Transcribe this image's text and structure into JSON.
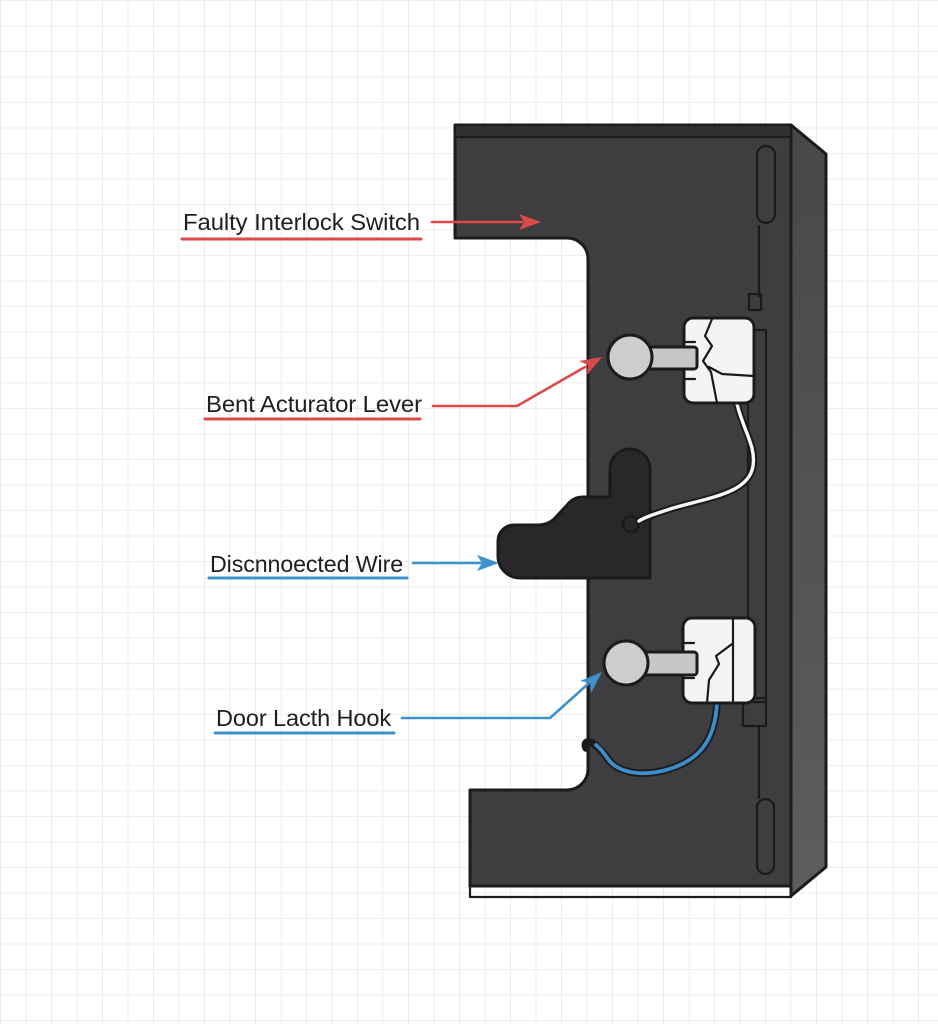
{
  "colors": {
    "red": "#dc4a48",
    "blue": "#3e92cc",
    "ink": "#1e1e20",
    "panel": "#3e3e40",
    "panel_lip": "#303032",
    "bevel_top": "#48484a",
    "bevel_bottom": "#5d5d5f",
    "rail": "#343436",
    "latch": "#28282a",
    "switch_body": "#f4f4f3",
    "lever": "#c6c6c8",
    "ball": "#cdcdcf",
    "wire_white": "#f6f6f6",
    "wire_blue": "#3d8ec9",
    "slot": "#ffffff",
    "grid": "#ededf0"
  },
  "annotations": [
    {
      "label": "Faulty Interlock Switch",
      "color": "red"
    },
    {
      "label": "Bent Acturator Lever",
      "color": "red"
    },
    {
      "label": "Discnnoected Wire",
      "color": "blue"
    },
    {
      "label": "Door Lacth Hook",
      "color": "blue"
    }
  ]
}
